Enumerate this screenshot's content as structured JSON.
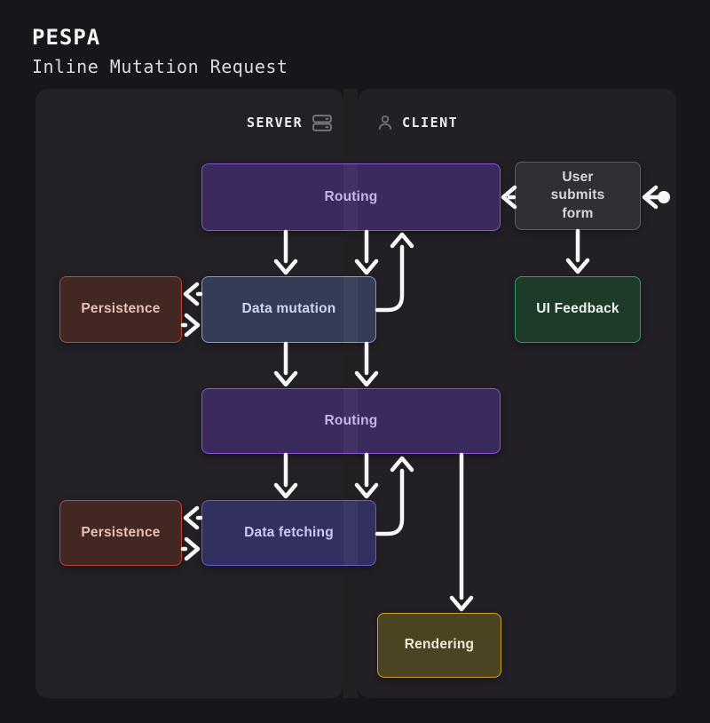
{
  "header": {
    "title": "PESPA",
    "subtitle": "Inline Mutation Request"
  },
  "panels": {
    "server": {
      "label": "SERVER",
      "icon": "server-icon"
    },
    "client": {
      "label": "CLIENT",
      "icon": "person-icon"
    }
  },
  "nodes": {
    "routing1": {
      "label": "Routing",
      "panel": "server+client",
      "border_color": "#8353d8",
      "fill_color": "#3a2a5d",
      "text_color": "#c7b3ea"
    },
    "user_form": {
      "label": "User submits form",
      "panel": "client",
      "border_color": "#5d5c62",
      "fill_color": "#302f33",
      "text_color": "#d9d7db"
    },
    "persistence1": {
      "label": "Persistence",
      "panel": "server",
      "border_color": "#c2472b",
      "fill_color": "#432722",
      "text_color": "#e5c2b5"
    },
    "data_mutation": {
      "label": "Data mutation",
      "panel": "server",
      "border_color": "#7e9cd0",
      "fill_color": "#343d55",
      "text_color": "#ccd6ec"
    },
    "ui_feedback": {
      "label": "UI Feedback",
      "panel": "client",
      "border_color": "#2e9e5b",
      "fill_color": "#1e3a29",
      "text_color": "#edf3ee"
    },
    "routing2": {
      "label": "Routing",
      "panel": "server+client",
      "border_color": "#8353d8",
      "fill_color": "#3a2a5d",
      "text_color": "#c7b3ea"
    },
    "persistence2": {
      "label": "Persistence",
      "panel": "server",
      "border_color": "#c2472b",
      "fill_color": "#432722",
      "text_color": "#e5c2b5"
    },
    "data_fetching": {
      "label": "Data fetching",
      "panel": "server",
      "border_color": "#5d5fd3",
      "fill_color": "#323060",
      "text_color": "#c9c9f2"
    },
    "rendering": {
      "label": "Rendering",
      "panel": "client",
      "border_color": "#c8a42e",
      "fill_color": "#4b4322",
      "text_color": "#f0e8d6"
    }
  },
  "edges": [
    {
      "from": "user-start-dot",
      "to": "user_form",
      "style": "dot-arrow-left"
    },
    {
      "from": "user_form",
      "to": "routing1",
      "style": "arrow-left"
    },
    {
      "from": "user_form",
      "to": "ui_feedback",
      "style": "arrow-down"
    },
    {
      "from": "routing1",
      "to": "data_mutation",
      "style": "arrow-down",
      "lane": "left"
    },
    {
      "from": "routing1",
      "to": "data_mutation",
      "style": "arrow-down",
      "lane": "right"
    },
    {
      "from": "data_mutation",
      "to": "routing1",
      "style": "curve-up-return"
    },
    {
      "from": "data_mutation",
      "to": "persistence1",
      "style": "arrow-left"
    },
    {
      "from": "persistence1",
      "to": "data_mutation",
      "style": "arrow-right"
    },
    {
      "from": "data_mutation",
      "to": "routing2",
      "style": "arrow-down",
      "lane": "left"
    },
    {
      "from": "data_mutation",
      "to": "routing2",
      "style": "arrow-down",
      "lane": "right"
    },
    {
      "from": "routing2",
      "to": "data_fetching",
      "style": "arrow-down",
      "lane": "left"
    },
    {
      "from": "routing2",
      "to": "data_fetching",
      "style": "arrow-down",
      "lane": "right"
    },
    {
      "from": "data_fetching",
      "to": "routing2",
      "style": "curve-up-return"
    },
    {
      "from": "data_fetching",
      "to": "persistence2",
      "style": "arrow-left"
    },
    {
      "from": "persistence2",
      "to": "data_fetching",
      "style": "arrow-right"
    },
    {
      "from": "routing2",
      "to": "rendering",
      "style": "arrow-down-long"
    }
  ],
  "colors": {
    "page_background": "#18161a",
    "panel_background": "#232126",
    "arrow": "#f7f6f8",
    "icon_gray": "#7a787e"
  }
}
